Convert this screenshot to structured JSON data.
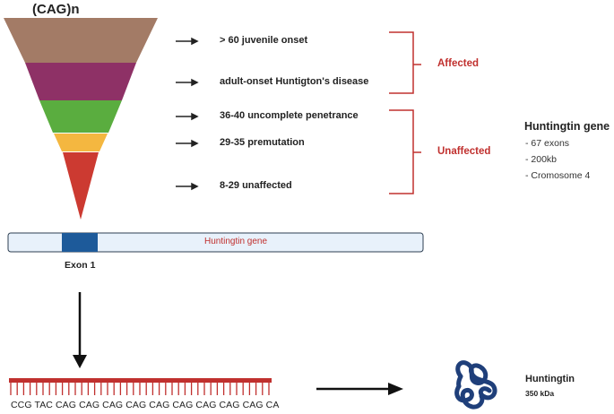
{
  "repeat_title": "(CAG)n",
  "levels": [
    {
      "label": "> 60 juvenile onset",
      "color": "#a37b66"
    },
    {
      "label": "adult-onset Huntigton's disease",
      "color": "#8e3166"
    },
    {
      "label": "36-40 uncomplete penetrance",
      "color": "#5aad3f"
    },
    {
      "label": "29-35 premutation",
      "color": "#f4b740"
    },
    {
      "label": "8-29 unaffected",
      "color": "#cc3a31"
    }
  ],
  "groups": {
    "affected": "Affected",
    "unaffected": "Unaffected",
    "color": "#c0302e"
  },
  "gene_info": {
    "title": "Huntingtin gene",
    "facts": [
      "- 67 exons",
      "- 200kb",
      "- Cromosome 4"
    ]
  },
  "gene_bar": {
    "label": "Huntingtin gene",
    "exon_label": "Exon 1",
    "bar_color": "#e8f1fb",
    "exon_color": "#1d5a9a"
  },
  "sequence": "CCG TAC CAG CAG CAG CAG CAG CAG CAG CAG CAG CA",
  "protein": {
    "name": "Huntingtin",
    "mass": "350 kDa",
    "color": "#1f3f7a"
  },
  "strand_color": "#c0302e"
}
